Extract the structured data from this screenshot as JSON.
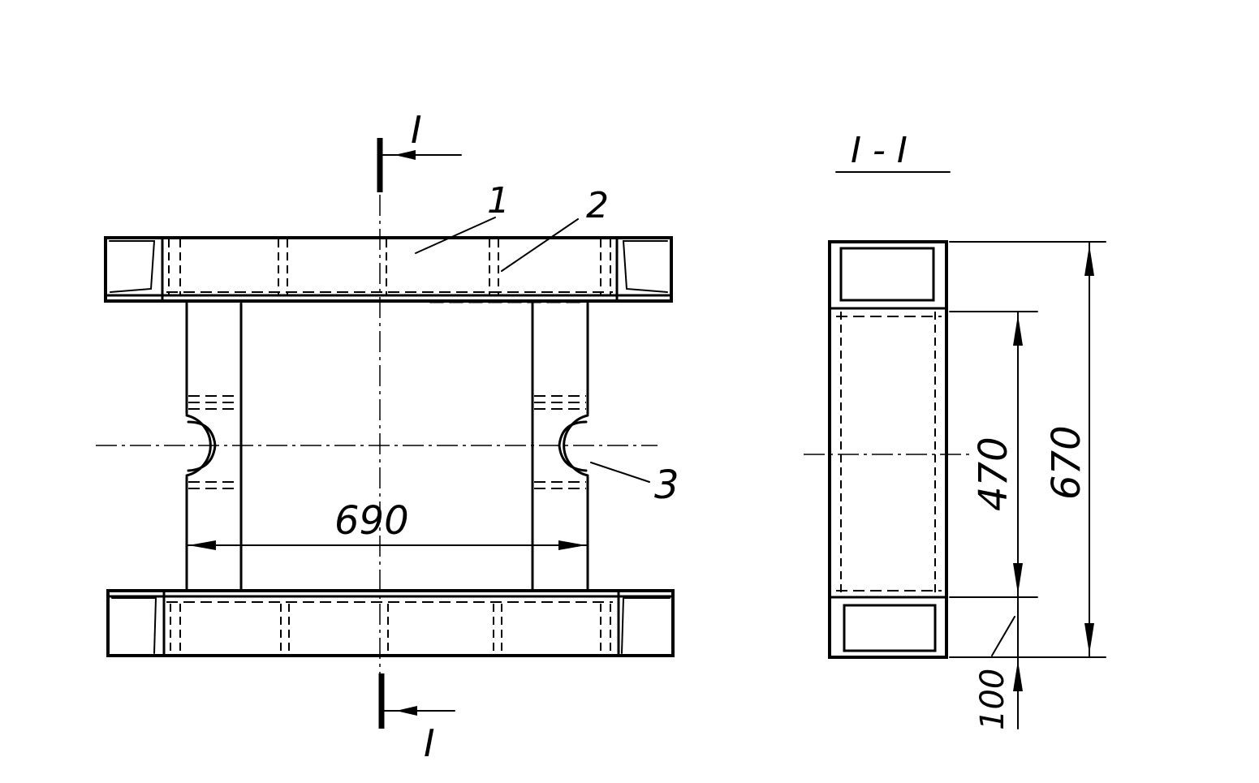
{
  "section_marks": {
    "top": "I",
    "bottom": "I",
    "view_title": "I - I"
  },
  "callouts": {
    "item_1": "1",
    "item_2": "2",
    "item_3": "3"
  },
  "dimensions": {
    "width": "690",
    "inner_height": "470",
    "total_height": "670",
    "rail_thickness": "100"
  }
}
